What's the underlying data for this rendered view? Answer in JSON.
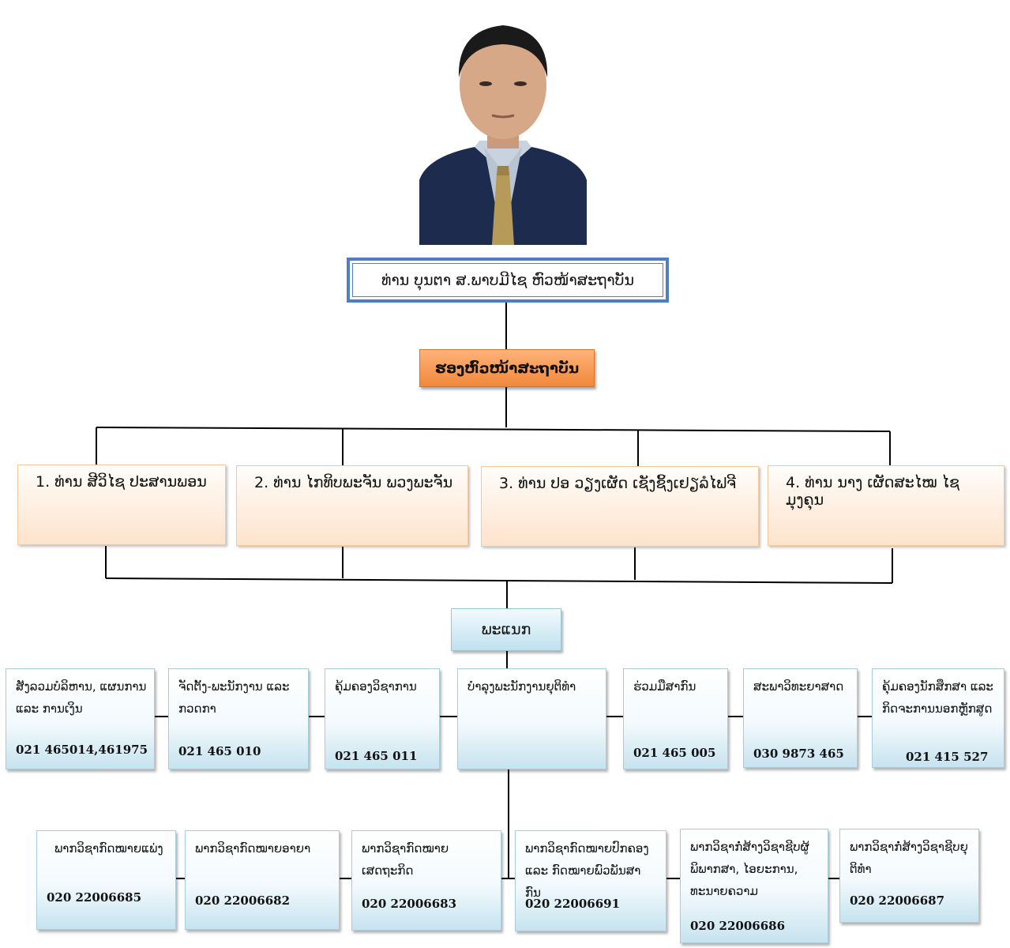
{
  "director": {
    "label": "ທ່ານ ບຸນຕາ ສ.ພາບມີໄຊ ຫົວໜ້າສະຖາບັນ"
  },
  "deputy": {
    "label": "ຮອງຫົວໜ້າສະຖາບັນ"
  },
  "deputies": [
    {
      "label": "1. ທ່ານ ສີວິໄຊ ປະສານພອນ"
    },
    {
      "label": "2. ທ່ານ ໄກທິບພະຈັນ ພວງພະຈັນ"
    },
    {
      "label": "3. ທ່ານ ປອ ວຽງເຜັດ ເຊັງຊິ້ງເຢຽລໍໄຟຈີ"
    },
    {
      "label": "4. ທ່ານ ນາງ ເຜັດສະໄໝ ໄຊມຸງຄຸນ"
    }
  ],
  "departments_header": {
    "label": "ພະແນກ"
  },
  "departments": [
    {
      "name": "ສັງລວມບໍລິຫານ, ແຜນການ ແລະ ການເງິນ",
      "phone": "021 465014,461975"
    },
    {
      "name": "ຈັດຕັ້ງ-ພະນັກງານ ແລະ ກວດກາ",
      "phone": "021 465 010"
    },
    {
      "name": "ຄຸ້ມຄອງວິຊາການ",
      "phone": "021 465 011"
    },
    {
      "name": "ບໍາລຸງພະນັກງານຍຸຕິທໍາ",
      "phone": ""
    },
    {
      "name": "ຮ່ວມມືສາກົນ",
      "phone": "021 465 005"
    },
    {
      "name": "ສະພາວິທະຍາສາດ",
      "phone": "030 9873 465"
    },
    {
      "name": "ຄຸ້ມຄອງນັກສຶກສາ ແລະ ກິດຈະການນອກຫຼັກສູດ",
      "phone": "021 415 527"
    }
  ],
  "faculties": [
    {
      "name": "ພາກວິຊາກົດໝາຍແພ່ງ",
      "phone": "020 22006685"
    },
    {
      "name": "ພາກວິຊາກົດໝາຍອາຍາ",
      "phone": "020 22006682"
    },
    {
      "name": "ພາກວິຊາກົດໝາຍເສດຖະກິດ",
      "phone": "020 22006683"
    },
    {
      "name": "ພາກວິຊາກົດໝາຍປົກຄອງ ແລະ ກົດໝາຍພົວພັນສາ ກົນ",
      "phone": "020 22006691"
    },
    {
      "name": "ພາກວິຊາກໍ່ສ້າງວິຊາຊີບຜູ້ພິພາກສາ, ໄອຍະການ, ທະນາຍຄວາມ",
      "phone": "020 22006686"
    },
    {
      "name": "ພາກວິຊາກໍ່ສ້າງວິຊາຊີບຍຸຕິທໍາ",
      "phone": "020 22006687"
    }
  ],
  "colors": {
    "director_border": "#4f7fbf",
    "deputy_fill": "#f0883a",
    "person_fill": "#fde3cc",
    "unit_fill": "#c6e3ef"
  }
}
